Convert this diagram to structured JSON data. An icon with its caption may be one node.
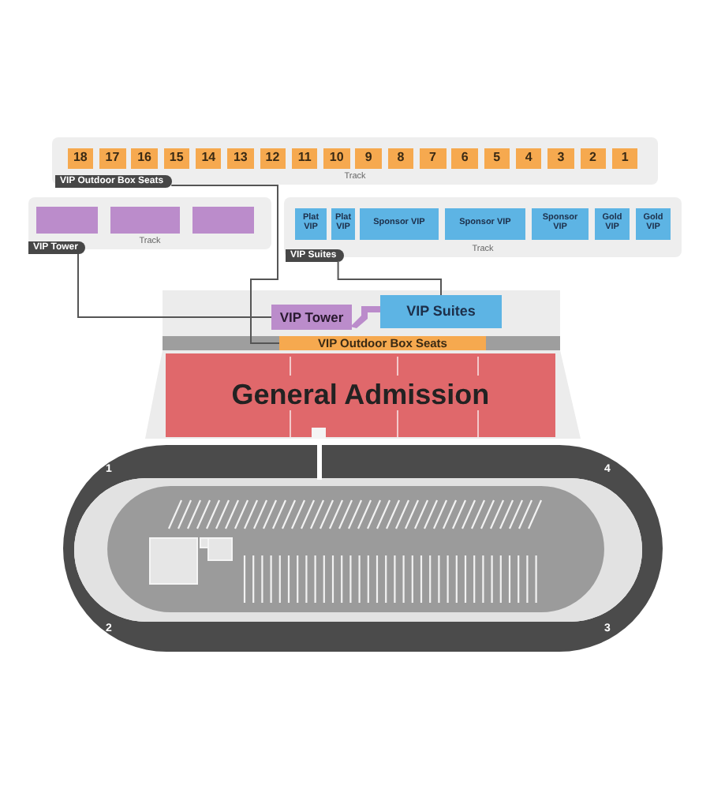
{
  "diagram": {
    "nodes": [
      {
        "text": [
          "Track"
        ]
      },
      {
        "text": [
          "18"
        ],
        "in": 0
      },
      {
        "text": [
          "17"
        ],
        "in": 0
      },
      {
        "text": [
          "16"
        ],
        "in": 0
      },
      {
        "text": [
          "15"
        ],
        "in": 0
      },
      {
        "text": [
          "14"
        ],
        "in": 0
      },
      {
        "text": [
          "13"
        ],
        "in": 0
      },
      {
        "text": [
          "12"
        ],
        "in": 0
      },
      {
        "text": [
          "11"
        ],
        "in": 0
      },
      {
        "text": [
          "10"
        ],
        "in": 0
      },
      {
        "text": [
          "9"
        ],
        "in": 0
      },
      {
        "text": [
          "8"
        ],
        "in": 0
      },
      {
        "text": [
          "7"
        ],
        "in": 0
      },
      {
        "text": [
          "6"
        ],
        "in": 0
      },
      {
        "text": [
          "5"
        ],
        "in": 0
      },
      {
        "text": [
          "4"
        ],
        "in": 0
      },
      {
        "text": [
          "3"
        ],
        "in": 0
      },
      {
        "text": [
          "2"
        ],
        "in": 0
      },
      {
        "text": [
          "1"
        ],
        "in": 0
      },
      {
        "text": [
          "VIP Outdoor Box Seats"
        ]
      },
      {
        "text": [
          "Track"
        ]
      },
      {
        "text": [],
        "shape": "box",
        "in": 20
      },
      {
        "text": [],
        "shape": "box",
        "in": 20
      },
      {
        "text": [],
        "shape": "box",
        "in": 20
      },
      {
        "text": [
          "VIP Tower"
        ]
      },
      {
        "text": [
          "Track"
        ]
      },
      {
        "text": [
          "Plat VIP"
        ],
        "in": 25
      },
      {
        "text": [
          "Plat VIP"
        ],
        "in": 25
      },
      {
        "text": [
          "Sponsor VIP"
        ],
        "in": 25
      },
      {
        "text": [
          "Sponsor VIP"
        ],
        "in": 25
      },
      {
        "text": [
          "Sponsor VIP"
        ],
        "in": 25
      },
      {
        "text": [
          "Gold VIP"
        ],
        "in": 25
      },
      {
        "text": [
          "Gold VIP"
        ],
        "in": 25
      },
      {
        "text": [
          "VIP Suites"
        ]
      },
      {
        "text": [
          "VIP Tower"
        ]
      },
      {
        "text": [
          "VIP Suites"
        ]
      },
      {
        "text": [
          "VIP Outdoor Box Seats"
        ]
      },
      {
        "text": [
          "General Admission"
        ]
      }
    ],
    "edges": [
      {
        "from": 19,
        "to": 36,
        "arrow": "none"
      },
      {
        "from": 24,
        "to": 34,
        "arrow": "none"
      },
      {
        "from": 33,
        "to": 35,
        "arrow": "none"
      }
    ],
    "labels": [
      "1",
      "4",
      "2",
      "3"
    ]
  }
}
